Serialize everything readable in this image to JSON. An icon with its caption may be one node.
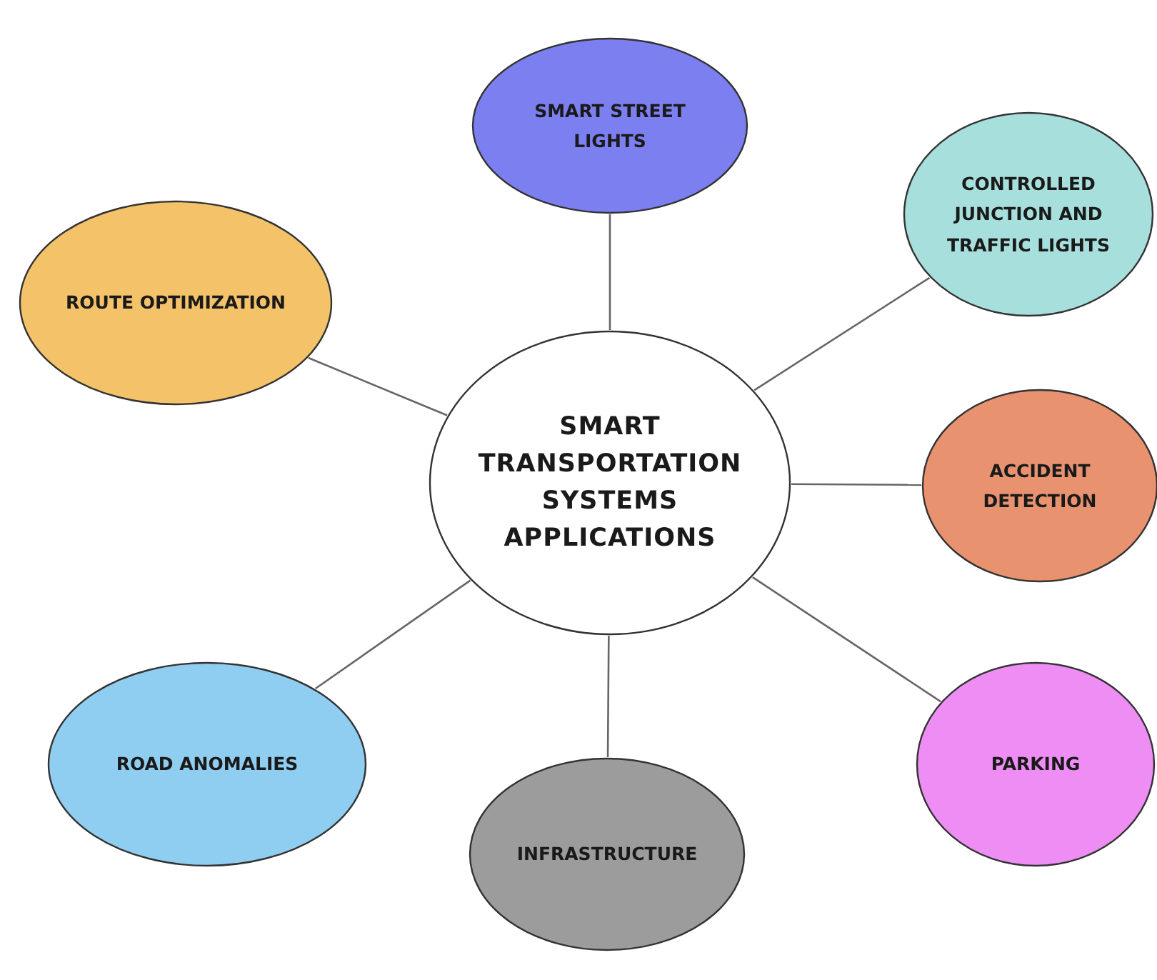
{
  "diagram": {
    "nodes": [
      {
        "text": [
          "SMART STREET LIGHTS"
        ]
      },
      {
        "text": [
          "CONTROLLED JUNCTION AND TRAFFIC LIGHTS"
        ]
      },
      {
        "text": [
          "ROUTE OPTIMIZATION"
        ]
      },
      {
        "text": [
          "SMART TRANSPORTATION SYSTEMS APPLICATIONS"
        ]
      },
      {
        "text": [
          "ACCIDENT DETECTION"
        ]
      },
      {
        "text": [
          "PARKING"
        ]
      },
      {
        "text": [
          "ROAD ANOMALIES"
        ]
      },
      {
        "text": [
          "INFRASTRUCTURE"
        ]
      }
    ],
    "edges": [
      {
        "from": 3,
        "to": 0,
        "arrow": "none"
      },
      {
        "from": 3,
        "to": 1,
        "arrow": "none"
      },
      {
        "from": 3,
        "to": 2,
        "arrow": "none"
      },
      {
        "from": 3,
        "to": 4,
        "arrow": "none"
      },
      {
        "from": 3,
        "to": 5,
        "arrow": "none"
      },
      {
        "from": 3,
        "to": 6,
        "arrow": "none"
      },
      {
        "from": 3,
        "to": 7,
        "arrow": "none"
      }
    ]
  }
}
